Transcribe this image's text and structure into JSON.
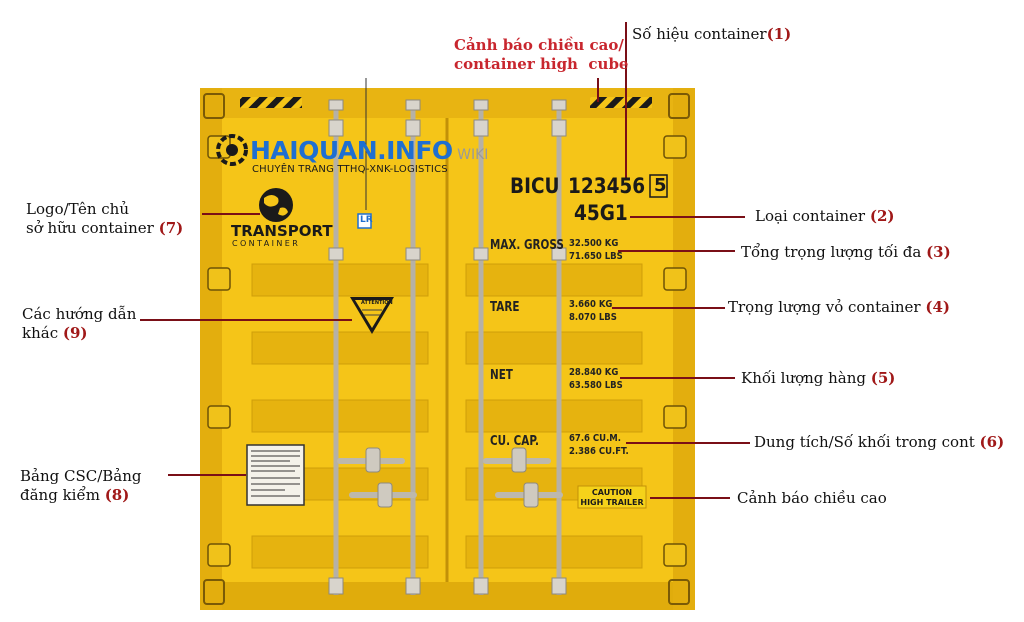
{
  "top_warning": {
    "line1": "Cảnh báo chiều cao/",
    "line2": "container high  cube"
  },
  "container_number": {
    "label": "Số hiệu container",
    "num": "(1)",
    "prefix": "BICU",
    "serial": "123456",
    "check": "5",
    "type_code": "45G1"
  },
  "watermark": {
    "brand": "HAIQUAN.INFO",
    "suffix": "WIKI",
    "tagline": "CHUYÊN TRANG TTHQ-XNK-LOGISTICS"
  },
  "owner_logo": {
    "name": "TRANSPORT",
    "sub": "CONTAINER"
  },
  "specs": [
    {
      "key": "MAX. GROSS",
      "v1": "32.500 KG",
      "v2": "71.650 LBS"
    },
    {
      "key": "TARE",
      "v1": "3.660 KG",
      "v2": "8.070 LBS"
    },
    {
      "key": "NET",
      "v1": "28.840 KG",
      "v2": "63.580 LBS"
    },
    {
      "key": "CU. CAP.",
      "v1": "67.6 CU.M.",
      "v2": "2.386 CU.FT."
    }
  ],
  "caution": {
    "line1": "CAUTION",
    "line2": "HIGH TRAILER"
  },
  "attention_sign": "ATTENTION",
  "registry_mark": "LR",
  "callouts": {
    "type": {
      "text": "Loại container ",
      "num": "(2)"
    },
    "max_gross": {
      "text": "Tổng trọng lượng tối đa ",
      "num": "(3)"
    },
    "tare": {
      "text": "Trọng lượng vỏ container ",
      "num": "(4)"
    },
    "net": {
      "text": "Khối lượng hàng ",
      "num": "(5)"
    },
    "capacity": {
      "text": "Dung tích/Số khối trong cont ",
      "num": "(6)"
    },
    "height_warn": {
      "text": "Cảnh báo chiều cao"
    },
    "owner": {
      "line1": "Logo/Tên chủ",
      "line2": "sở hữu container ",
      "num": "(7)"
    },
    "other": {
      "line1": "Các hướng dẫn",
      "line2": "khác ",
      "num": "(9)"
    },
    "csc": {
      "line1": "Bảng CSC/Bảng",
      "line2": "đăng kiểm ",
      "num": "(8)"
    }
  },
  "colors": {
    "body": "#f5c518",
    "frame": "#e0ac0c",
    "shade": "#d49d0a",
    "callout_line": "#7a0f17",
    "warn_text": "#c8262e",
    "watermark": "#1f6fd1"
  }
}
